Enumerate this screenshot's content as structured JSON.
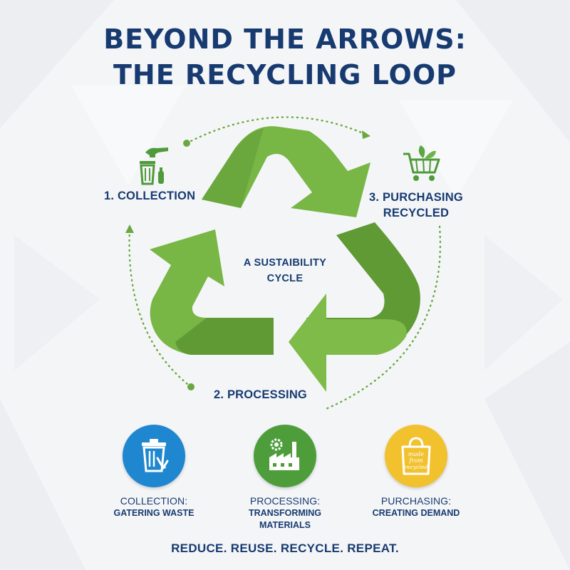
{
  "colors": {
    "navy": "#173b71",
    "green_light": "#78b645",
    "green_dark": "#5f9a35",
    "blue_circle": "#1f87cf",
    "green_circle": "#4e9d3b",
    "yellow_circle": "#f2c12e"
  },
  "title": {
    "line1": "BEYOND THE ARROWS:",
    "line2": "THE RECYCLING LOOP"
  },
  "diagram": {
    "center_line1": "A SUSTAIBILITY",
    "center_line2": "CYCLE",
    "steps": [
      {
        "label": "1. COLLECTION",
        "icon": "trash-bin-hand-icon"
      },
      {
        "label": "2. PROCESSING",
        "icon": "none"
      },
      {
        "label_line1": "3. PURCHASING",
        "label_line2": "RECYCLED",
        "icon": "shopping-cart-leaf-icon"
      }
    ]
  },
  "cards": [
    {
      "title": "COLLECTION:",
      "subtitle": "GATERING WASTE",
      "icon": "trash-can-arrow-icon"
    },
    {
      "title": "PROCESSING:",
      "subtitle_line1": "TRANSFORMING",
      "subtitle_line2": "MATERIALS",
      "icon": "factory-gear-icon"
    },
    {
      "title": "PURCHASING:",
      "subtitle": "CREATING DEMAND",
      "icon": "shopping-bag-icon",
      "icon_text_line1": "made",
      "icon_text_line2": "from",
      "icon_text_line3": "recycled"
    }
  ],
  "tagline": "REDUCE. REUSE. RECYCLE. REPEAT."
}
